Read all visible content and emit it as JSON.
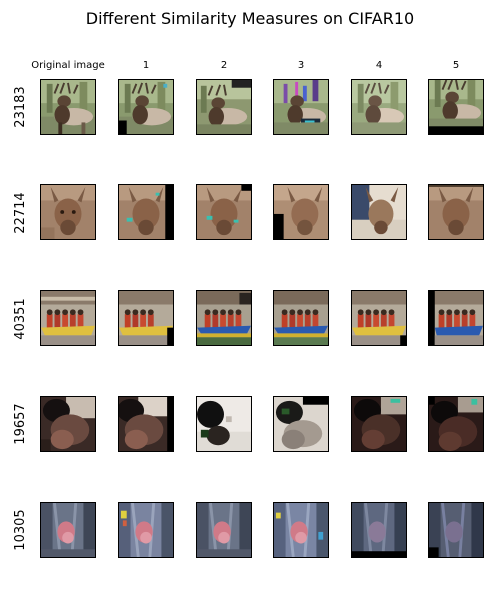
{
  "title": "Different Similarity Measures on CIFAR10",
  "columns": [
    "Original image",
    "1",
    "2",
    "3",
    "4",
    "5"
  ],
  "rows": [
    {
      "id": "23183",
      "subject": "deer in front of trees"
    },
    {
      "id": "22714",
      "subject": "deer head close-up"
    },
    {
      "id": "40351",
      "subject": "group of people in a yellow boat"
    },
    {
      "id": "19657",
      "subject": "dark close-up of animal"
    },
    {
      "id": "10305",
      "subject": "bluish grey scene with pink object"
    }
  ]
}
